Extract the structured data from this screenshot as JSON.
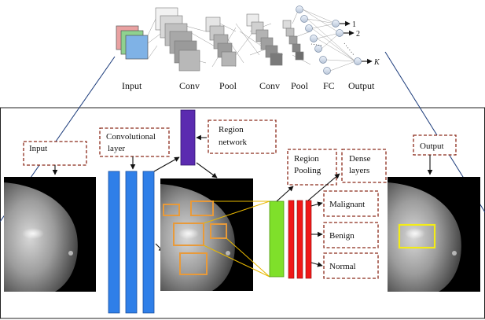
{
  "top_cnn": {
    "labels": {
      "input": "Input",
      "conv1": "Conv",
      "pool1": "Pool",
      "conv2": "Conv",
      "pool2": "Pool",
      "fc": "FC",
      "output": "Output"
    },
    "outputs": [
      "1",
      "2",
      "K"
    ]
  },
  "pipeline": {
    "input_box": "Input",
    "conv_box_line1": "Convolutional",
    "conv_box_line2": "layer",
    "region_network_line1": "Region",
    "region_network_line2": "network",
    "region_pooling_line1": "Region",
    "region_pooling_line2": "Pooling",
    "dense_layers_line1": "Dense",
    "dense_layers_line2": "layers",
    "output_box": "Output",
    "classes": [
      "Malignant",
      "Benign",
      "Normal"
    ]
  },
  "colors": {
    "conv_blue": "#2f7fe8",
    "region_purple": "#5b2bb0",
    "pool_green": "#7fe02a",
    "dense_red": "#f01818",
    "roi_orange": "#e89a3a",
    "output_yellow": "#f3ec17",
    "dashed_border": "#8b2a1a",
    "connector_navy": "#1a3a7a"
  }
}
